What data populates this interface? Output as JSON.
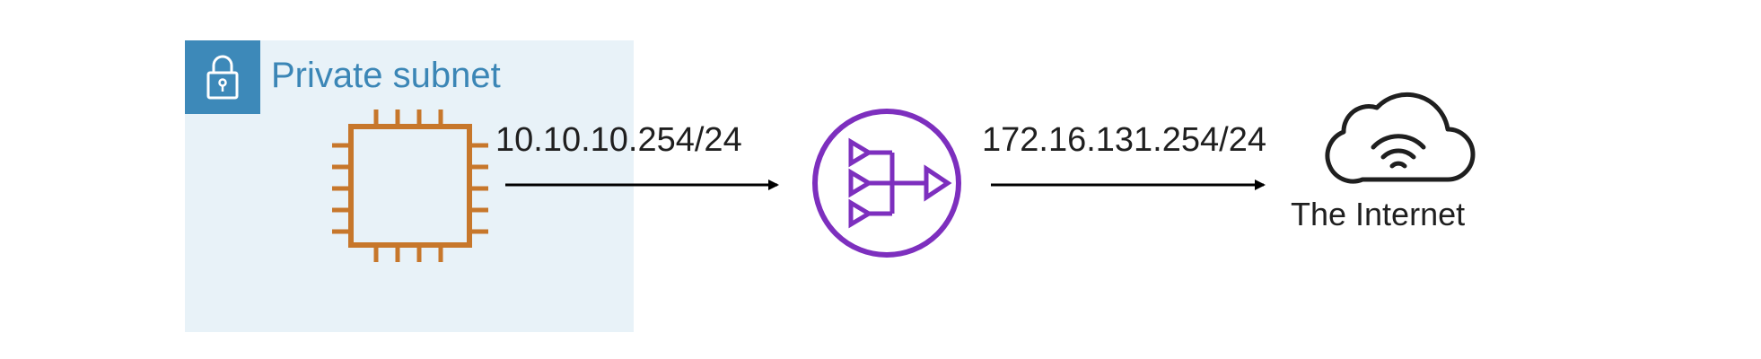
{
  "diagram": {
    "subnet": {
      "label": "Private subnet",
      "icon": "lock-icon",
      "fill_color": "#e8f2f8",
      "accent_color": "#3d89b9"
    },
    "instance": {
      "icon": "ec2-instance-chip-icon",
      "color": "#c7772b"
    },
    "nat_gateway": {
      "icon": "nat-gateway-icon",
      "color": "#7d2fbe"
    },
    "internet": {
      "icon": "internet-cloud-icon",
      "label": "The Internet",
      "color": "#1f1f1f"
    },
    "links": [
      {
        "from": "instance",
        "to": "nat_gateway",
        "label": "10.10.10.254/24"
      },
      {
        "from": "nat_gateway",
        "to": "internet",
        "label": "172.16.131.254/24"
      }
    ]
  }
}
